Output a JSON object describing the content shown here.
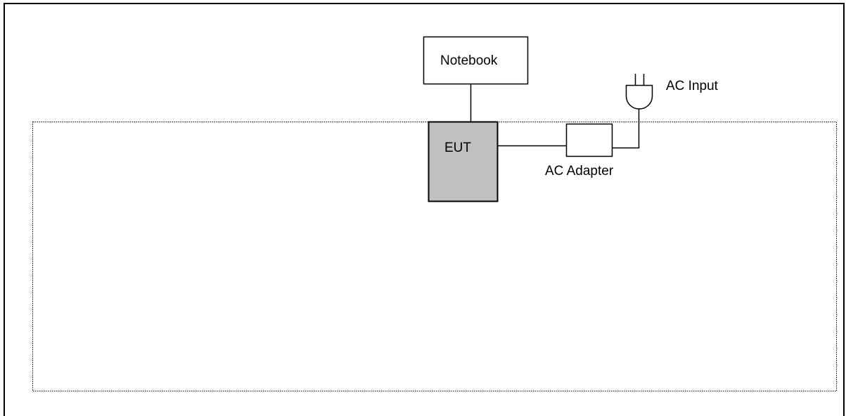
{
  "diagram": {
    "nodes": {
      "notebook": {
        "label": "Notebook"
      },
      "eut": {
        "label": "EUT",
        "fill": "#c0c0c0"
      },
      "ac_adapter": {
        "label": "AC Adapter"
      },
      "ac_input": {
        "label": "AC Input",
        "icon": "power-plug-icon"
      }
    },
    "edges": [
      {
        "from": "notebook",
        "to": "eut"
      },
      {
        "from": "eut",
        "to": "ac_adapter"
      },
      {
        "from": "ac_adapter",
        "to": "ac_input"
      }
    ],
    "colors": {
      "line": "#000000",
      "eut_fill": "#c0c0c0",
      "box_fill": "#ffffff",
      "table_outline": "#000000"
    }
  }
}
